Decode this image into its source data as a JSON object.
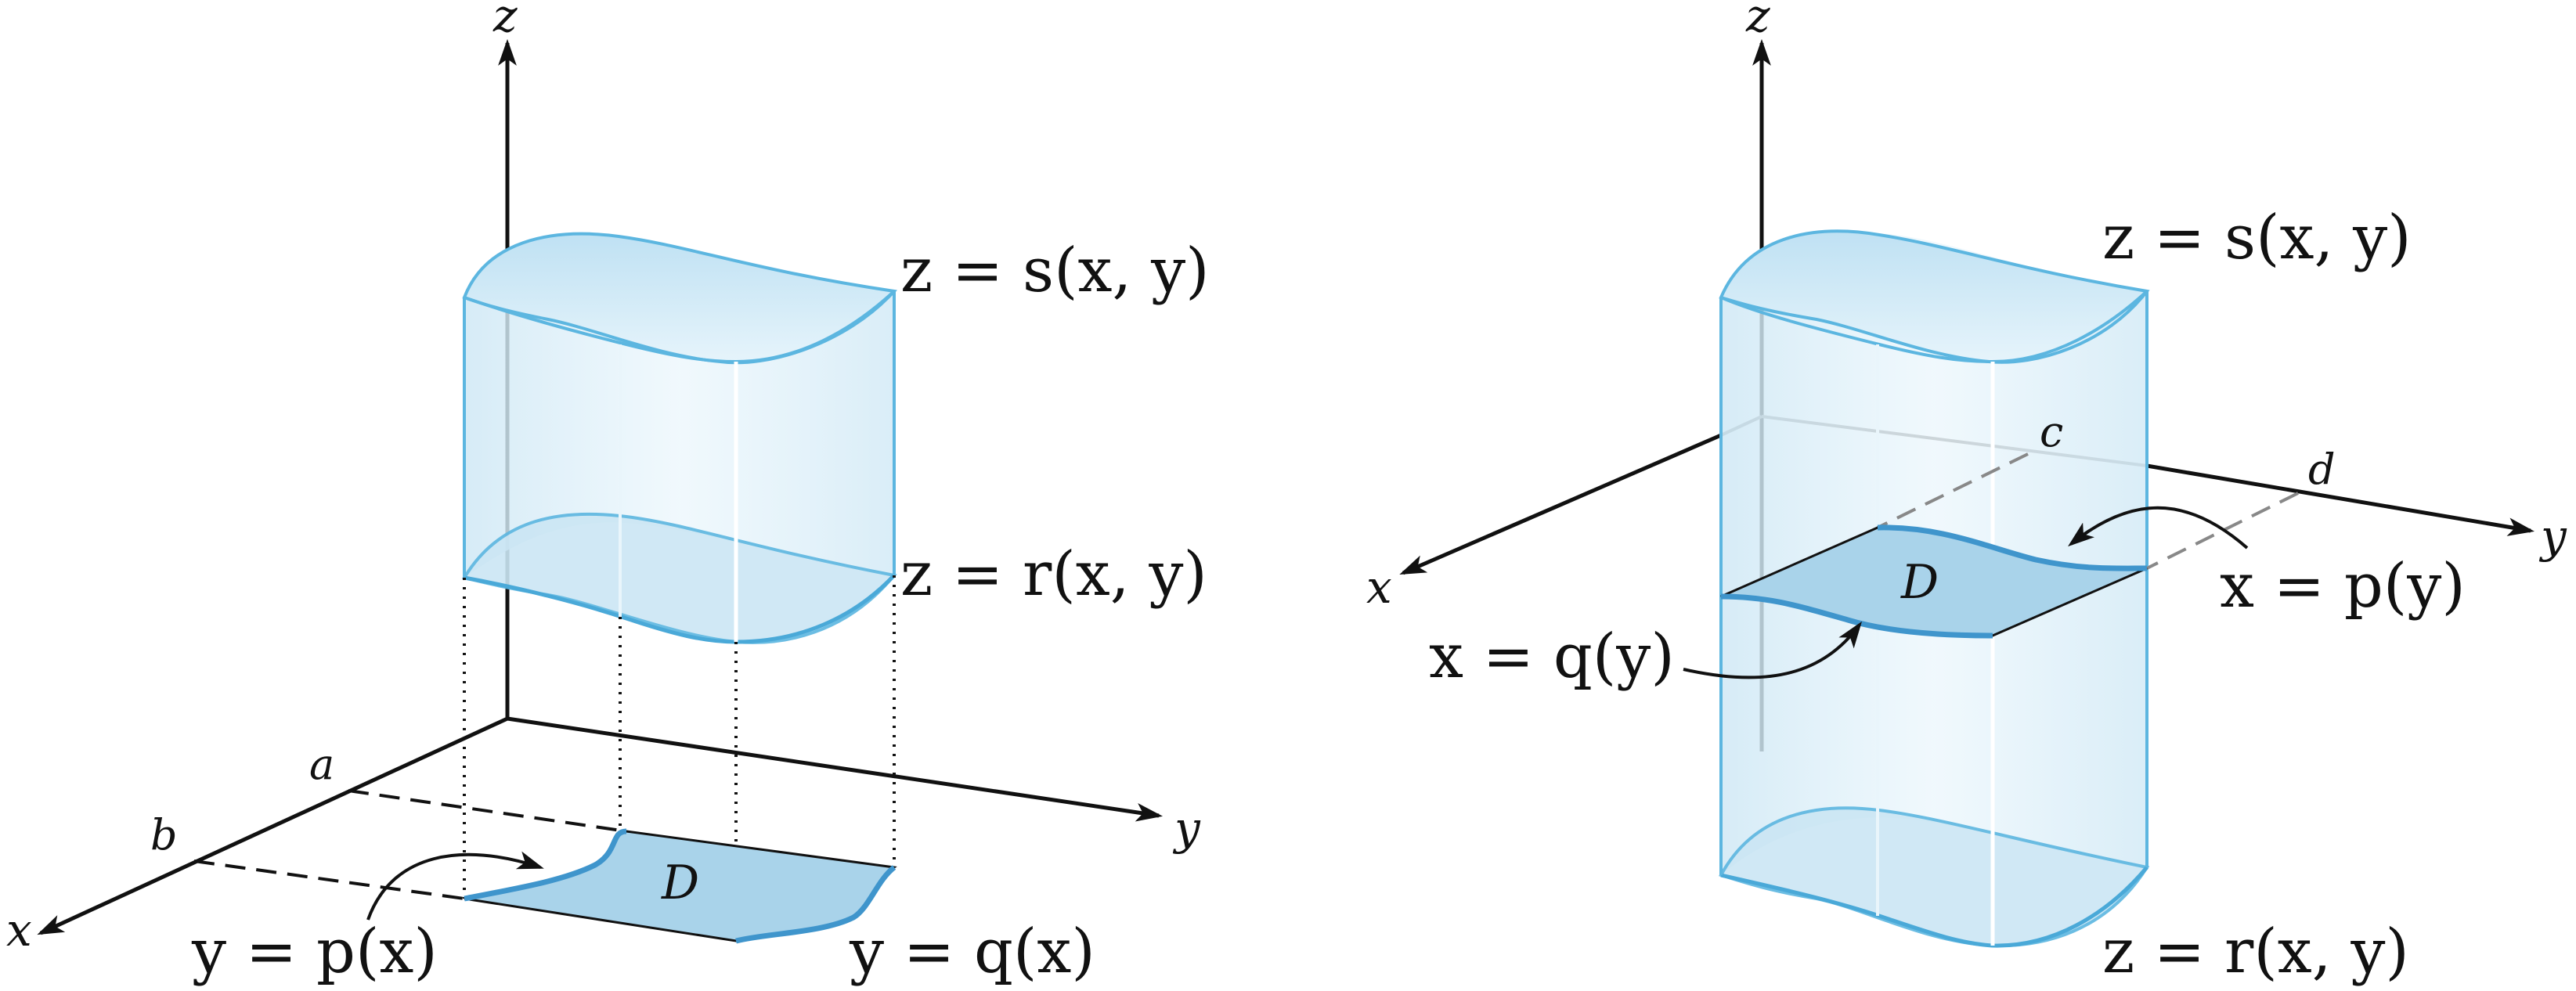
{
  "left_panel": {
    "axis_labels": {
      "x": "x",
      "y": "y",
      "z": "z"
    },
    "bound_labels": {
      "a": "a",
      "b": "b"
    },
    "region_label": "D",
    "equations": {
      "top_surface": "z = s(x, y)",
      "bottom_surface": "z = r(x, y)",
      "lower_curve": "y = p(x)",
      "upper_curve": "y = q(x)"
    }
  },
  "right_panel": {
    "axis_labels": {
      "x": "x",
      "y": "y",
      "z": "z"
    },
    "bound_labels": {
      "c": "c",
      "d": "d"
    },
    "region_label": "D",
    "equations": {
      "top_surface": "z = s(x, y)",
      "bottom_surface": "z = r(x, y)",
      "left_curve": "x = q(y)",
      "right_curve": "x = p(y)"
    }
  },
  "colors": {
    "solid_fill": "#d6ecf7",
    "solid_edge": "#5cb6e0",
    "region_fill": "#a9d3ea",
    "region_edge": "#3f95cc",
    "axis": "#111111"
  }
}
